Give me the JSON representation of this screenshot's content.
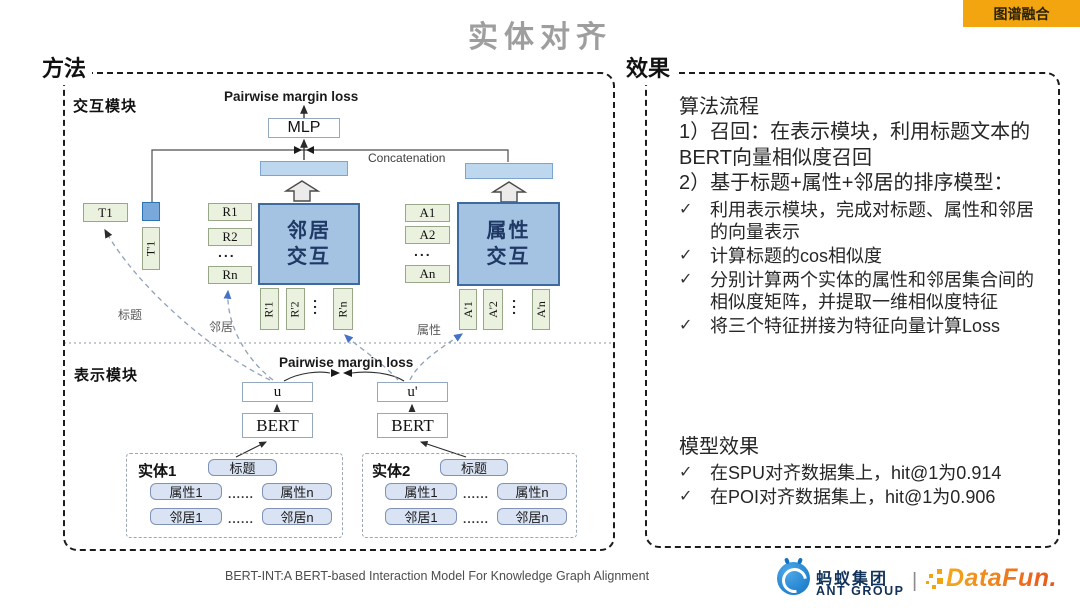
{
  "header": {
    "title": "实体对齐",
    "badge": "图谱融合"
  },
  "colors": {
    "badge_bg": "#F2A50F",
    "interaction_box_fill": "#A4C3E3",
    "interaction_box_border": "#3D6B9E",
    "bar_fill": "#BDD7EE",
    "token_box_fill": "#EAF1DE",
    "entity_box_fill": "#DAE3F3",
    "blue_arrowhead": "#4472C4",
    "ant_blue": "#0E72C4",
    "datafun_orange": "#EE8A20"
  },
  "method_panel": {
    "label": "方法",
    "interaction_module": "交互模块",
    "representation_module": "表示模块",
    "pairwise_top": "Pairwise margin loss",
    "pairwise_bottom": "Pairwise margin loss",
    "mlp": "MLP",
    "concatenation": "Concatenation",
    "neighbor_box": {
      "line1": "邻居",
      "line2": "交互"
    },
    "attribute_box": {
      "line1": "属性",
      "line2": "交互"
    },
    "tokens": {
      "t1": "T1",
      "t1p": "T'1",
      "r": [
        "R1",
        "R2",
        "Rn"
      ],
      "rp": [
        "R'1",
        "R'2",
        "R'n"
      ],
      "a": [
        "A1",
        "A2",
        "An"
      ],
      "ap": [
        "A'1",
        "A'2",
        "A'n"
      ],
      "dots_h": "...",
      "dots_v": "..."
    },
    "curve_labels": {
      "title": "标题",
      "neighbor": "邻居",
      "attribute": "属性"
    },
    "u": "u",
    "u_prime": "u'",
    "bert": "BERT",
    "entity1": {
      "name": "实体1",
      "title": "标题",
      "attr1": "属性1",
      "attrn": "属性n",
      "nb1": "邻居1",
      "nbn": "邻居n",
      "dots": "......"
    },
    "entity2": {
      "name": "实体2",
      "title": "标题",
      "attr1": "属性1",
      "attrn": "属性n",
      "nb1": "邻居1",
      "nbn": "邻居n",
      "dots": "......"
    }
  },
  "effect_panel": {
    "label": "效果",
    "algo_title": "算法流程",
    "check": "✓",
    "lines": [
      "1）召回：在表示模块，利用标题文本的BERT向量相似度召回",
      "2）基于标题+属性+邻居的排序模型："
    ],
    "bullets": [
      "利用表示模块，完成对标题、属性和邻居的向量表示",
      "计算标题的cos相似度",
      "分别计算两个实体的属性和邻居集合间的相似度矩阵，并提取一维相似度特征",
      "将三个特征拼接为特征向量计算Loss"
    ],
    "model_title": "模型效果",
    "model_bullets": [
      "在SPU对齐数据集上，hit@1为0.914",
      "在POI对齐数据集上，hit@1为0.906"
    ]
  },
  "footer": {
    "caption": "BERT-INT:A BERT-based Interaction Model For Knowledge Graph Alignment",
    "ant_cn": "蚂蚁集团",
    "ant_en": "ANT GROUP",
    "datafun": "DataFun."
  }
}
